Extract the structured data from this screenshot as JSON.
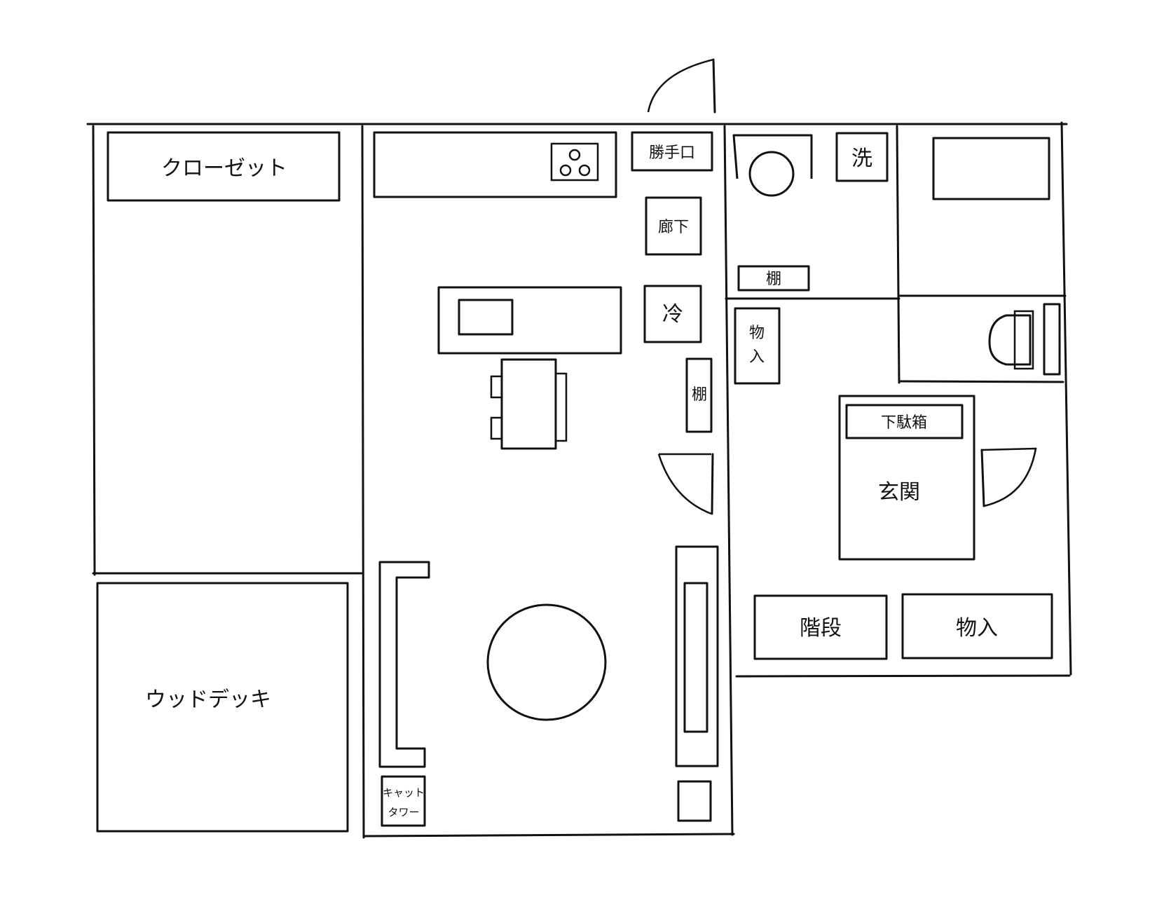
{
  "labels": {
    "closet": "クローゼット",
    "wood_deck": "ウッドデッキ",
    "back_door": "勝手口",
    "hallway": "廊下",
    "fridge": "冷",
    "shelf_ldk": "棚",
    "shelf_wash": "棚",
    "washer": "洗",
    "storage_upper": "物入",
    "shoe_box": "下駄箱",
    "entrance": "玄関",
    "stairs": "階段",
    "storage_lower": "物入",
    "cat_tower_line1": "キャット",
    "cat_tower_line2": "タワー"
  }
}
